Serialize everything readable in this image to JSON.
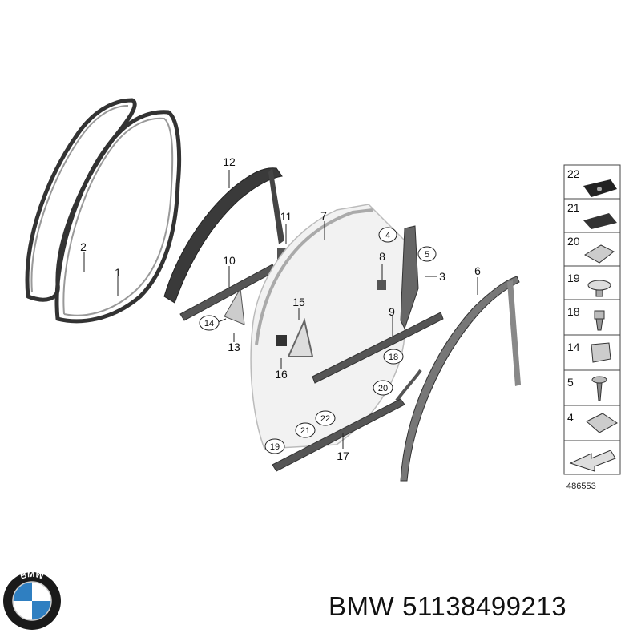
{
  "diagram": {
    "labels": [
      "1",
      "2",
      "3",
      "6",
      "7",
      "8",
      "9",
      "10",
      "11",
      "12",
      "13",
      "15",
      "16",
      "17"
    ],
    "circled_labels": [
      "4",
      "5",
      "14",
      "18",
      "19",
      "20",
      "21",
      "22"
    ],
    "legend": [
      {
        "number": "22"
      },
      {
        "number": "21"
      },
      {
        "number": "20"
      },
      {
        "number": "19"
      },
      {
        "number": "18"
      },
      {
        "number": "14"
      },
      {
        "number": "5"
      },
      {
        "number": "4"
      }
    ],
    "diagram_id": "486553"
  },
  "caption": {
    "brand": "BMW",
    "part_number": "51138499213"
  },
  "logo": {
    "text": "BMW",
    "colors": {
      "ring": "#1a1a1a",
      "blue": "#2f7fc1",
      "white": "#ffffff"
    }
  }
}
